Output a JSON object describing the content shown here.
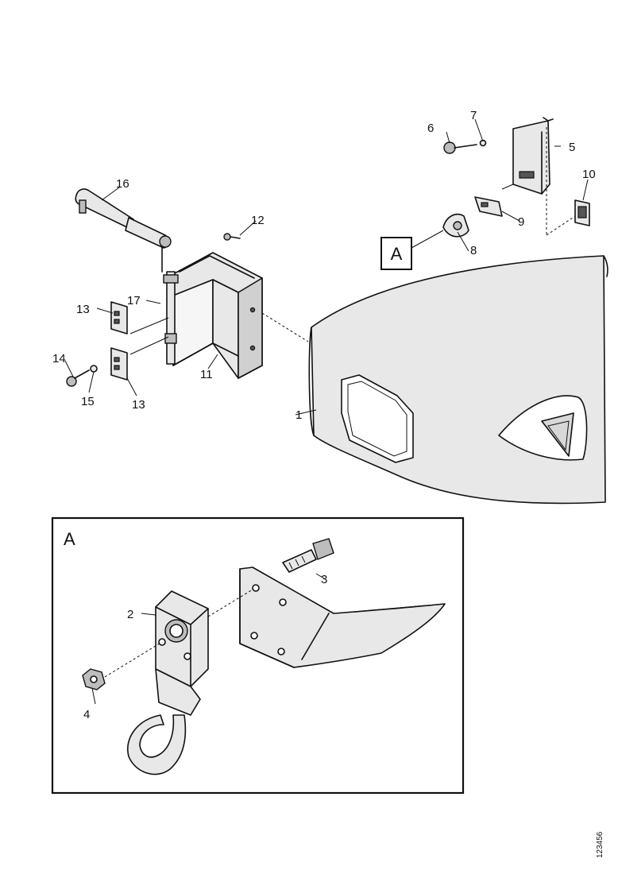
{
  "diagram": {
    "labels": {
      "p1": "1",
      "p2": "2",
      "p3": "3",
      "p4": "4",
      "p5": "5",
      "p6": "6",
      "p7": "7",
      "p8": "8",
      "p9": "9",
      "p10": "10",
      "p11": "11",
      "p12": "12",
      "p13a": "13",
      "p13b": "13",
      "p14": "14",
      "p15": "15",
      "p16": "16",
      "p17": "17"
    },
    "callout": "A",
    "detail_title": "A",
    "reference": "123456"
  }
}
